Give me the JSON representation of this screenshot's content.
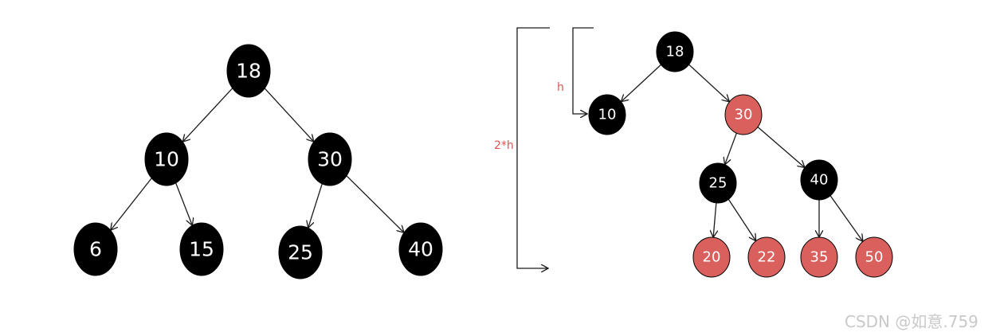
{
  "colors": {
    "black_node": "#000000",
    "red_node": "#d9605d",
    "annotation": "#e05555",
    "edge": "#1a1a1a",
    "watermark": "#c9c9c9"
  },
  "left_tree": {
    "nodes": [
      {
        "id": "l18",
        "label": "18",
        "color": "black"
      },
      {
        "id": "l10",
        "label": "10",
        "color": "black"
      },
      {
        "id": "l30",
        "label": "30",
        "color": "black"
      },
      {
        "id": "l6",
        "label": "6",
        "color": "black"
      },
      {
        "id": "l15",
        "label": "15",
        "color": "black"
      },
      {
        "id": "l25",
        "label": "25",
        "color": "black"
      },
      {
        "id": "l40",
        "label": "40",
        "color": "black"
      }
    ],
    "edges": [
      [
        "l18",
        "l10"
      ],
      [
        "l18",
        "l30"
      ],
      [
        "l10",
        "l6"
      ],
      [
        "l10",
        "l15"
      ],
      [
        "l30",
        "l25"
      ],
      [
        "l30",
        "l40"
      ]
    ]
  },
  "right_tree": {
    "nodes": [
      {
        "id": "r18",
        "label": "18",
        "color": "black"
      },
      {
        "id": "r10",
        "label": "10",
        "color": "black"
      },
      {
        "id": "r30",
        "label": "30",
        "color": "red"
      },
      {
        "id": "r25",
        "label": "25",
        "color": "black"
      },
      {
        "id": "r40",
        "label": "40",
        "color": "black"
      },
      {
        "id": "r20",
        "label": "20",
        "color": "red"
      },
      {
        "id": "r22",
        "label": "22",
        "color": "red"
      },
      {
        "id": "r35",
        "label": "35",
        "color": "red"
      },
      {
        "id": "r50",
        "label": "50",
        "color": "red"
      }
    ],
    "edges": [
      [
        "r18",
        "r10"
      ],
      [
        "r18",
        "r30"
      ],
      [
        "r30",
        "r25"
      ],
      [
        "r30",
        "r40"
      ],
      [
        "r25",
        "r20"
      ],
      [
        "r25",
        "r22"
      ],
      [
        "r40",
        "r35"
      ],
      [
        "r40",
        "r50"
      ]
    ]
  },
  "annotations": {
    "height_label": "h",
    "double_height_label": "2*h"
  },
  "watermark": "CSDN @如意.759"
}
